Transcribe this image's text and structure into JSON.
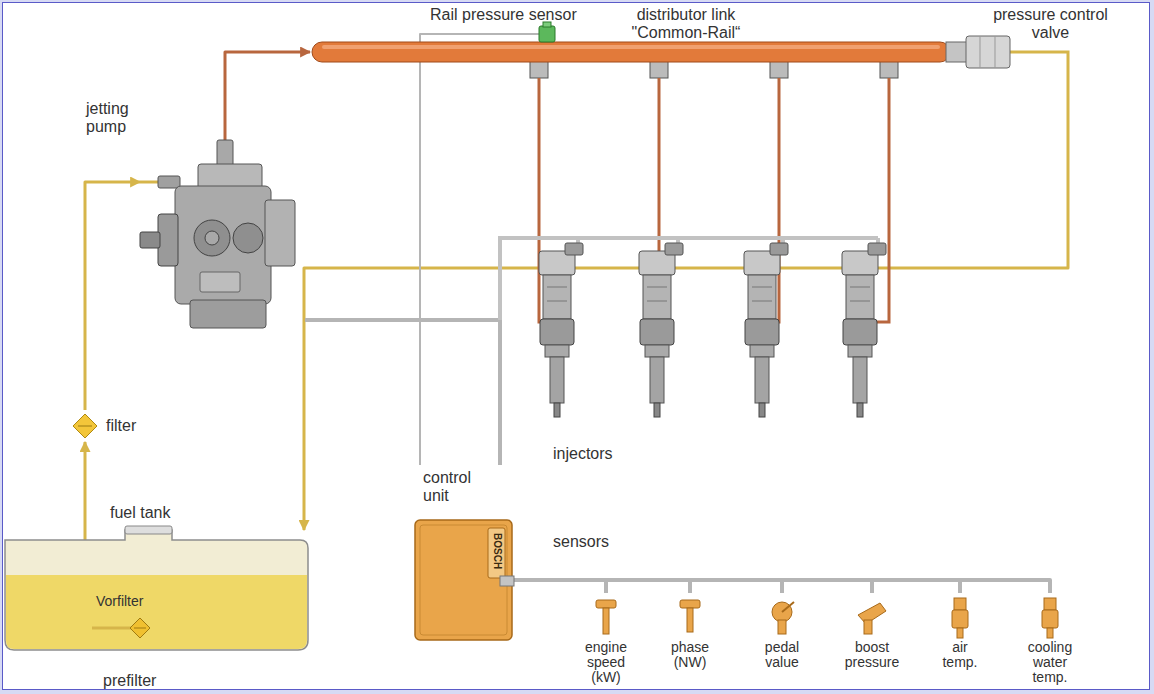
{
  "diagram": {
    "nodes": [
      {
        "text": [
          "fuel tank"
        ]
      },
      {
        "text": [
          "Vorfilter"
        ],
        "in": 0
      },
      {
        "text": [
          "filter"
        ]
      },
      {
        "text": [
          "jetting pump"
        ]
      },
      {
        "text": [
          "distributor link \"Common-Rail“"
        ]
      },
      {
        "text": [
          "Rail pressure sensor"
        ]
      },
      {
        "text": [
          "pressure control valve"
        ]
      },
      {
        "text": [
          "control unit",
          "BOSCH"
        ]
      },
      {
        "text": [
          "engine speed (kW)"
        ]
      },
      {
        "text": [
          "phase (NW)"
        ]
      },
      {
        "text": [
          "pedal value"
        ]
      },
      {
        "text": [
          "boost pressure"
        ]
      },
      {
        "text": [
          "air temp."
        ]
      },
      {
        "text": [
          "cooling water temp."
        ]
      }
    ],
    "edges": [
      {
        "from": 1,
        "to": 2,
        "arrow": "to"
      },
      {
        "from": 2,
        "to": 3,
        "arrow": "to"
      },
      {
        "from": 3,
        "to": 4,
        "arrow": "to"
      },
      {
        "from": 6,
        "to": 0,
        "arrow": "to"
      },
      {
        "from": 7,
        "to": 5,
        "arrow": "none"
      },
      {
        "from": 7,
        "to": 3,
        "arrow": "none"
      },
      {
        "from": 7,
        "to": 8,
        "arrow": "none"
      },
      {
        "from": 7,
        "to": 9,
        "arrow": "none"
      },
      {
        "from": 7,
        "to": 10,
        "arrow": "none"
      },
      {
        "from": 7,
        "to": 11,
        "arrow": "none"
      },
      {
        "from": 7,
        "to": 12,
        "arrow": "none"
      },
      {
        "from": 7,
        "to": 13,
        "arrow": "none"
      }
    ],
    "labels": [
      "injectors",
      "sensors",
      "prefilter"
    ]
  }
}
